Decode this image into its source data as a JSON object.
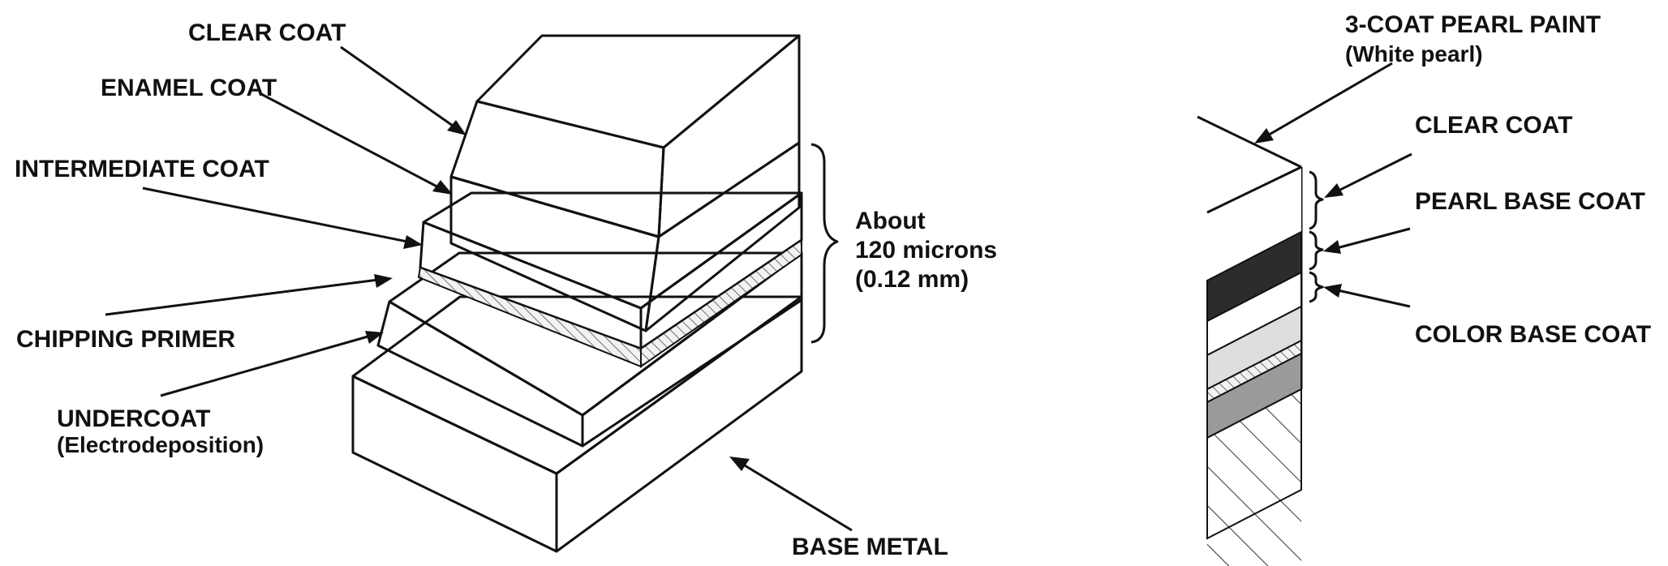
{
  "left_diagram": {
    "labels": {
      "clear_coat": "CLEAR COAT",
      "enamel_coat": "ENAMEL COAT",
      "intermediate_coat": "INTERMEDIATE COAT",
      "chipping_primer": "CHIPPING PRIMER",
      "undercoat": "UNDERCOAT",
      "undercoat_note": "(Electrodeposition)",
      "base_metal": "BASE METAL"
    },
    "thickness": {
      "line1": "About",
      "line2": "120 microns",
      "line3": "(0.12 mm)"
    }
  },
  "right_diagram": {
    "labels": {
      "title": "3-COAT PEARL PAINT",
      "subtitle": "(White pearl)",
      "clear_coat": "CLEAR COAT",
      "pearl_base_coat": "PEARL BASE COAT",
      "color_base_coat": "COLOR BASE COAT"
    }
  },
  "colors": {
    "enamel": "#3c3c3c",
    "intermediate": "#dedede",
    "undercoat": "#9a9a9a",
    "line": "#111111",
    "background": "#ffffff"
  }
}
